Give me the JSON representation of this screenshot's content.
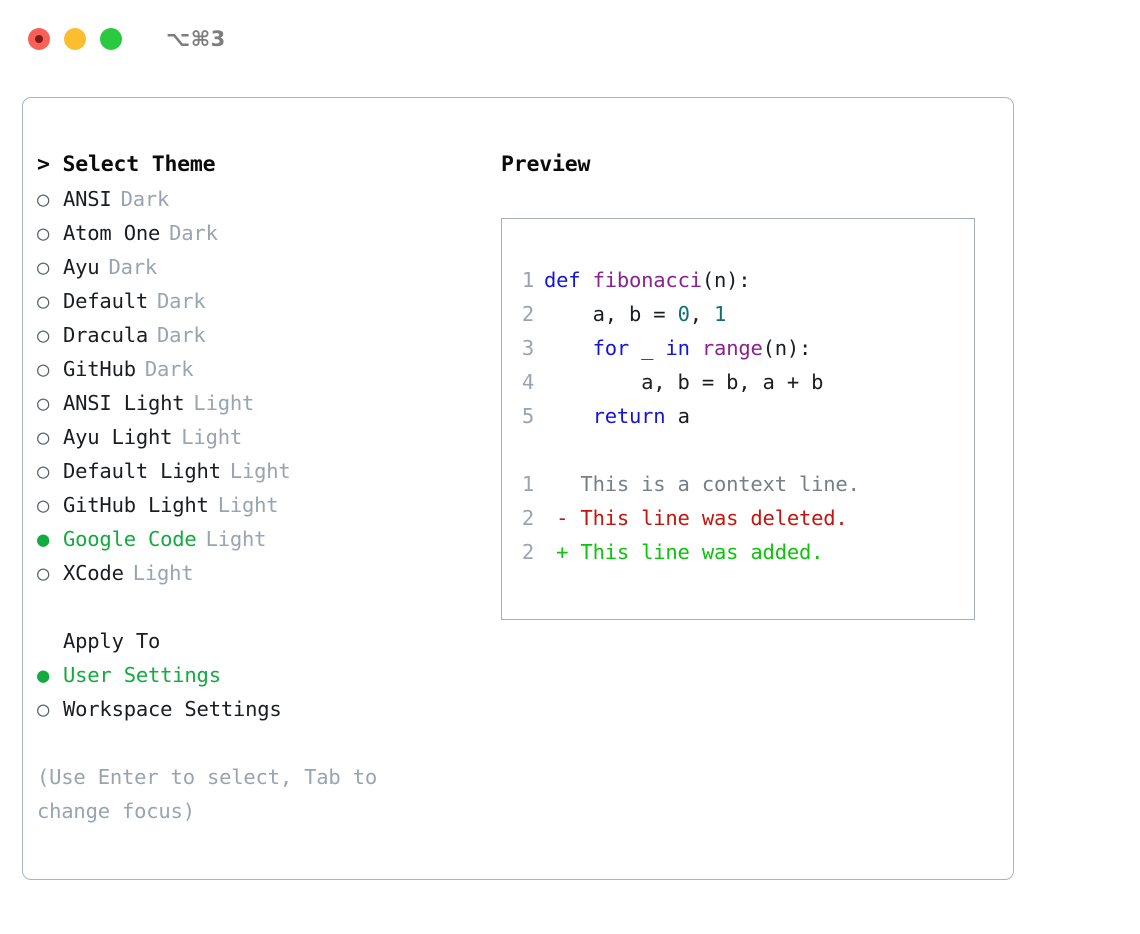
{
  "window": {
    "traffic_lights": [
      "close",
      "minimize",
      "maximize"
    ],
    "shortcut": "⌥⌘3"
  },
  "theme_picker": {
    "header": "> Select Theme",
    "bullet_selected": "●",
    "bullet_unselected": "○",
    "accent_color": "#12ab3f",
    "items": [
      {
        "name": "ANSI",
        "variant": "Dark",
        "selected": false
      },
      {
        "name": "Atom One",
        "variant": "Dark",
        "selected": false
      },
      {
        "name": "Ayu",
        "variant": "Dark",
        "selected": false
      },
      {
        "name": "Default",
        "variant": "Dark",
        "selected": false
      },
      {
        "name": "Dracula",
        "variant": "Dark",
        "selected": false
      },
      {
        "name": "GitHub",
        "variant": "Dark",
        "selected": false
      },
      {
        "name": "ANSI Light",
        "variant": "Light",
        "selected": false
      },
      {
        "name": "Ayu Light",
        "variant": "Light",
        "selected": false
      },
      {
        "name": "Default Light",
        "variant": "Light",
        "selected": false
      },
      {
        "name": "GitHub Light",
        "variant": "Light",
        "selected": false
      },
      {
        "name": "Google Code",
        "variant": "Light",
        "selected": true
      },
      {
        "name": "XCode",
        "variant": "Light",
        "selected": false
      }
    ]
  },
  "apply_to": {
    "header": "Apply To",
    "options": [
      {
        "label": "User Settings",
        "selected": true
      },
      {
        "label": "Workspace Settings",
        "selected": false
      }
    ]
  },
  "hint": "(Use Enter to select, Tab to change focus)",
  "preview": {
    "title": "Preview",
    "code_lines": [
      {
        "no": "1",
        "tokens": [
          {
            "t": "def ",
            "c": "kw"
          },
          {
            "t": "fibonacci",
            "c": "fn"
          },
          {
            "t": "(n):",
            "c": "pl"
          }
        ]
      },
      {
        "no": "2",
        "tokens": [
          {
            "t": "    a, b = ",
            "c": "pl"
          },
          {
            "t": "0",
            "c": "num"
          },
          {
            "t": ", ",
            "c": "pl"
          },
          {
            "t": "1",
            "c": "num"
          }
        ]
      },
      {
        "no": "3",
        "tokens": [
          {
            "t": "    ",
            "c": "pl"
          },
          {
            "t": "for",
            "c": "kw"
          },
          {
            "t": " _ ",
            "c": "pl"
          },
          {
            "t": "in",
            "c": "kw"
          },
          {
            "t": " ",
            "c": "pl"
          },
          {
            "t": "range",
            "c": "fn"
          },
          {
            "t": "(n):",
            "c": "pl"
          }
        ]
      },
      {
        "no": "4",
        "tokens": [
          {
            "t": "        a, b = b, a + b",
            "c": "pl"
          }
        ]
      },
      {
        "no": "5",
        "tokens": [
          {
            "t": "    ",
            "c": "pl"
          },
          {
            "t": "return",
            "c": "kw"
          },
          {
            "t": " a",
            "c": "pl"
          }
        ]
      }
    ],
    "diff_lines": [
      {
        "no": "1",
        "tokens": [
          {
            "t": "   This is a context line.",
            "c": "ctx"
          }
        ]
      },
      {
        "no": "2",
        "tokens": [
          {
            "t": " - This line was deleted.",
            "c": "del"
          }
        ]
      },
      {
        "no": "2",
        "tokens": [
          {
            "t": " + This line was added.",
            "c": "add"
          }
        ]
      }
    ]
  }
}
